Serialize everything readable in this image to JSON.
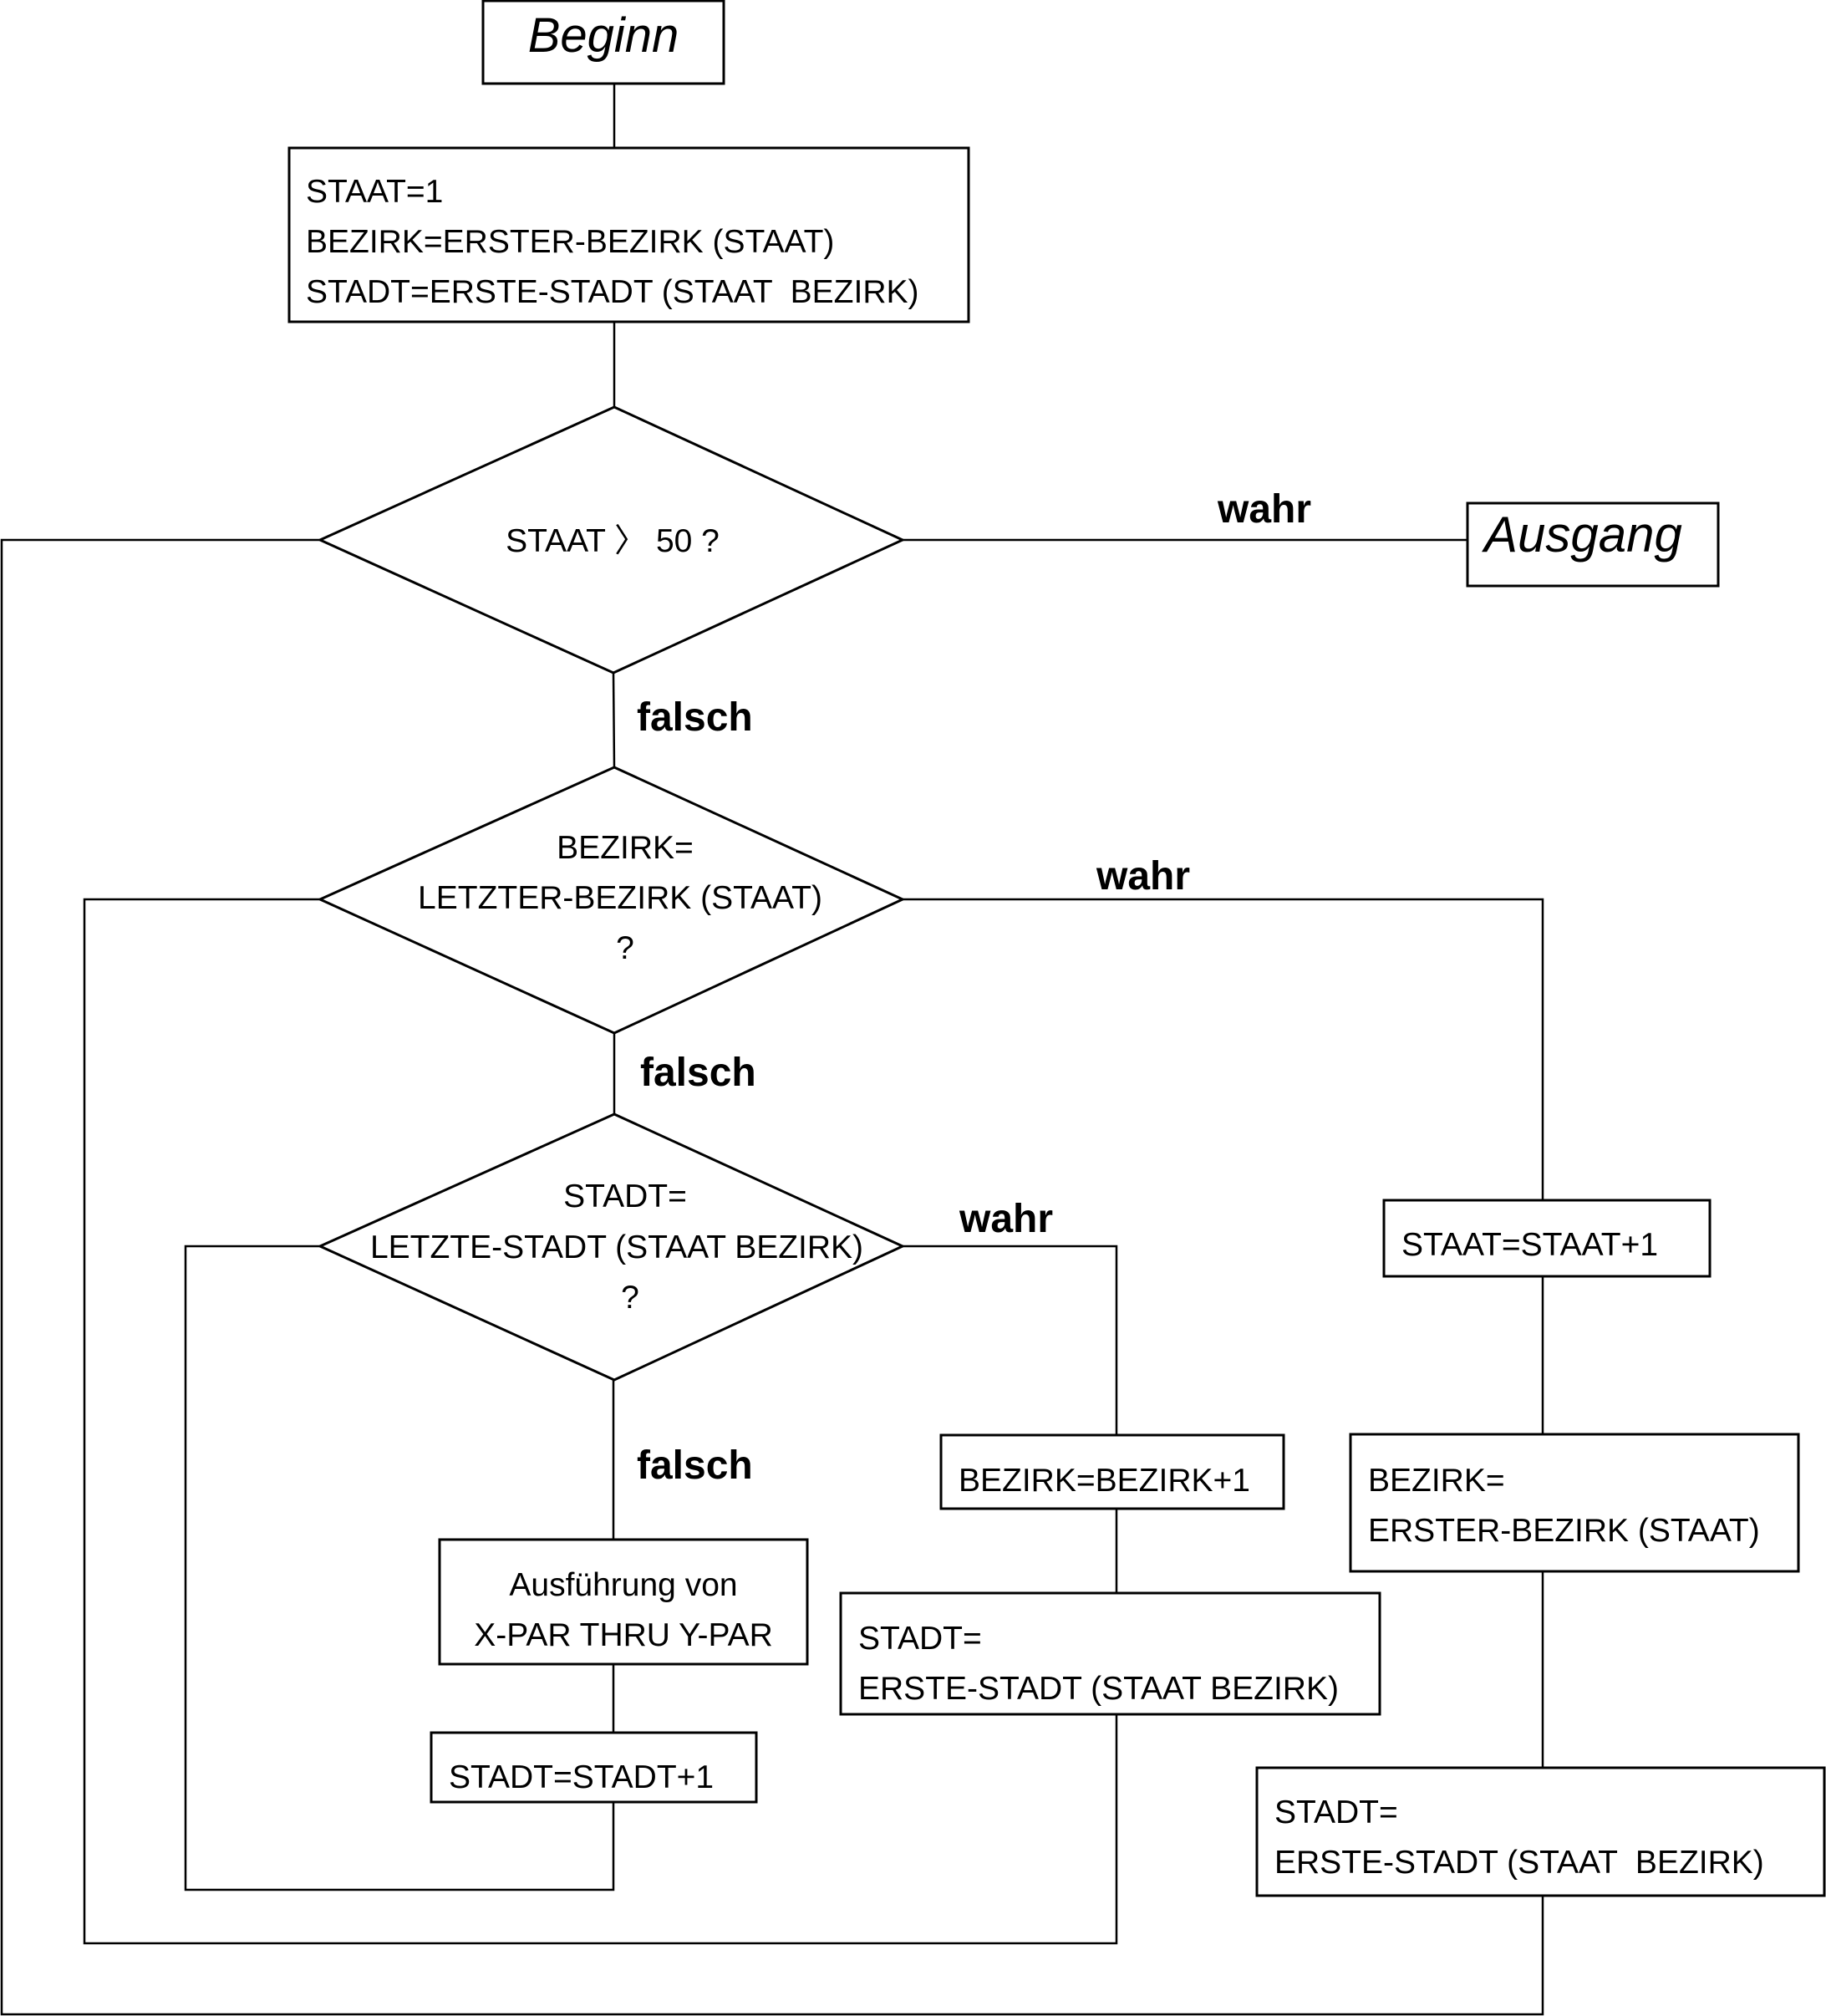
{
  "diagram": {
    "title": "Flowchart: nested loop over STAAT / BEZIRK / STADT",
    "start": {
      "label": "Beginn"
    },
    "end": {
      "label": "Ausgang"
    },
    "init_box": {
      "lines": [
        "STAAT=1",
        "BEZIRK=ERSTER-BEZIRK (STAAT)",
        "STADT=ERSTE-STADT (STAAT  BEZIRK)"
      ]
    },
    "decision_staat": {
      "lines": [
        "STAAT 〉 50 ?"
      ]
    },
    "decision_bezirk": {
      "lines": [
        "BEZIRK=",
        "LETZTER-BEZIRK (STAAT)",
        "?"
      ]
    },
    "decision_stadt": {
      "lines": [
        "STADT=",
        "LETZTE-STADT (STAAT BEZIRK)",
        "?"
      ]
    },
    "execute_box": {
      "lines": [
        "Ausführung von",
        "X-PAR THRU Y-PAR"
      ]
    },
    "stadt_increment_box": {
      "lines": [
        "STADT=STADT+1"
      ]
    },
    "bezirk_increment_box": {
      "lines": [
        "BEZIRK=BEZIRK+1"
      ]
    },
    "stadt_reset_box": {
      "lines": [
        "STADT=",
        "ERSTE-STADT (STAAT BEZIRK)"
      ]
    },
    "staat_increment_box": {
      "lines": [
        "STAAT=STAAT+1"
      ]
    },
    "bezirk_reset_box": {
      "lines": [
        "BEZIRK=",
        "ERSTER-BEZIRK (STAAT)"
      ]
    },
    "stadt_reset_box_2": {
      "lines": [
        "STADT=",
        "ERSTE-STADT (STAAT  BEZIRK)"
      ]
    },
    "branch_labels": {
      "true": "wahr",
      "false": "falsch"
    }
  }
}
